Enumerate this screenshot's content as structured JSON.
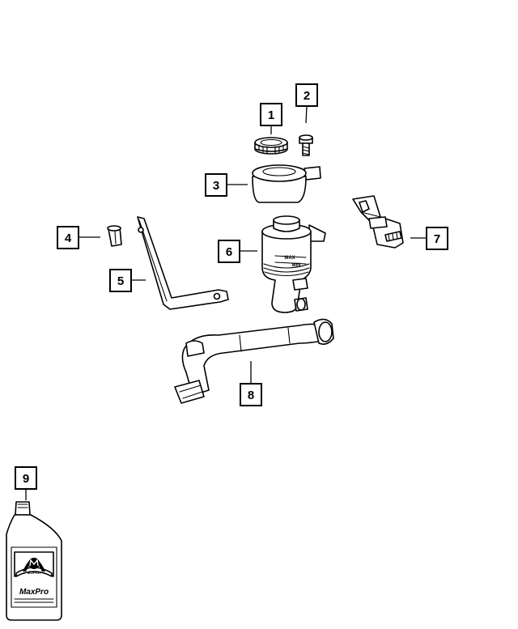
{
  "callouts": [
    {
      "id": "1",
      "part": "reservoir-cap"
    },
    {
      "id": "2",
      "part": "bolt"
    },
    {
      "id": "3",
      "part": "reservoir-cover"
    },
    {
      "id": "4",
      "part": "push-nut"
    },
    {
      "id": "5",
      "part": "bracket"
    },
    {
      "id": "6",
      "part": "reservoir"
    },
    {
      "id": "7",
      "part": "mounting-bracket"
    },
    {
      "id": "8",
      "part": "return-hose"
    },
    {
      "id": "9",
      "part": "fluid-bottle"
    }
  ],
  "reservoir": {
    "max_mark": "MAX",
    "min_mark": "MIN"
  },
  "bottle": {
    "logo_text": "MOPAR",
    "product_text": "MaxPro"
  },
  "colors": {
    "line": "#000000",
    "background": "#ffffff"
  }
}
